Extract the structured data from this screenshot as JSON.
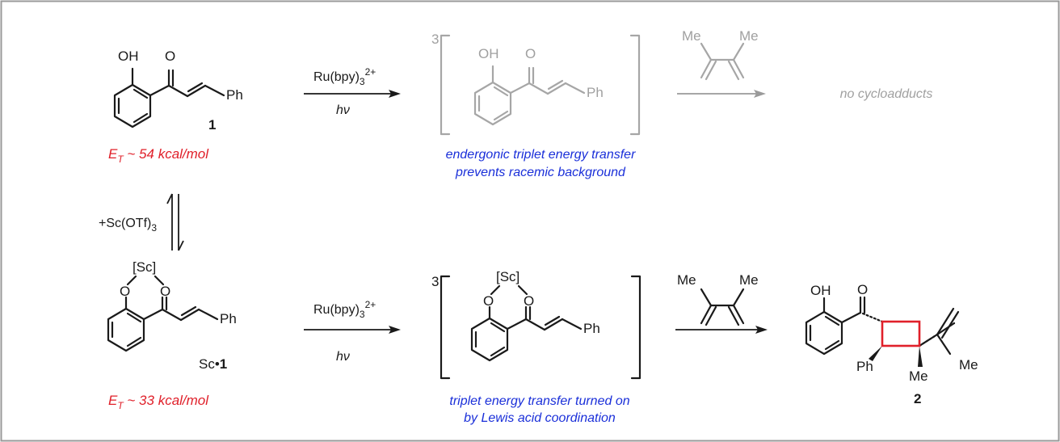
{
  "colors": {
    "frame": "#9a9a9a",
    "bond": "#1a1a1a",
    "faded": "#a6a6a6",
    "energy_red": "#e0202a",
    "mechanism_blue": "#1a2fd9"
  },
  "atoms": {
    "oh": "OH",
    "o": "O",
    "ph": "Ph",
    "me": "Me",
    "sc": "[Sc]",
    "triplet": "3"
  },
  "compounds": {
    "c1_label": "1",
    "sc1_prefix": "Sc•",
    "sc1_num": "1",
    "c2_label": "2"
  },
  "energies": {
    "e_free_prefix": "E",
    "e_free_sub": "T",
    "e_free_value": " ~ 54 kcal/mol",
    "e_sc_prefix": "E",
    "e_sc_sub": "T",
    "e_sc_value": " ~ 33 kcal/mol"
  },
  "conditions": {
    "catalyst_base": "Ru(bpy)",
    "catalyst_sub": "3",
    "catalyst_sup": "2+",
    "light": "hν",
    "lewis_acid_base": "+Sc(OTf)",
    "lewis_acid_sub": "3"
  },
  "notes": {
    "top_line1": "endergonic triplet energy transfer",
    "top_line2": "prevents racemic background",
    "top_result": "no cycloadducts",
    "bottom_line1": "triplet energy transfer turned on",
    "bottom_line2": "by Lewis acid coordination"
  }
}
